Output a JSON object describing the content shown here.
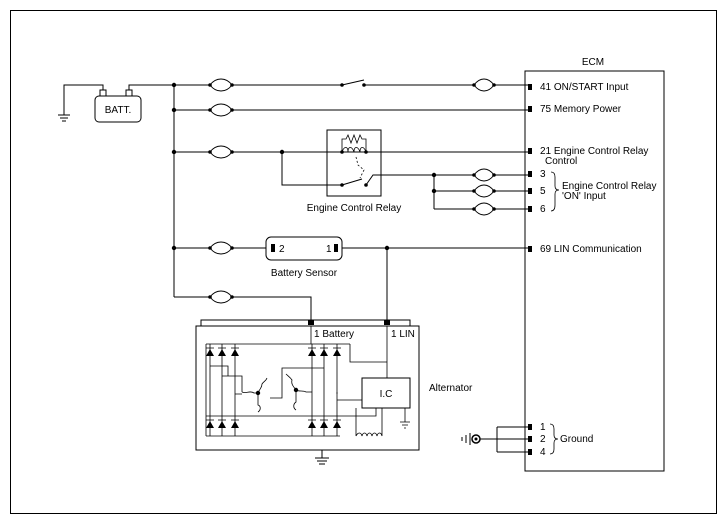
{
  "ecm": {
    "title": "ECM",
    "pins": {
      "on_start": "41 ON/START Input",
      "memory_power": "75 Memory Power",
      "relay_control_l1": "21 Engine Control Relay",
      "relay_control_l2": "Control",
      "on_input_3": "3",
      "on_input_5": "5",
      "on_input_6": "6",
      "on_input_label_l1": "Engine Control Relay",
      "on_input_label_l2": "'ON' Input",
      "lin": "69 LIN Communication",
      "ground_1": "1",
      "ground_2": "2",
      "ground_4": "4",
      "ground_label": "Ground"
    }
  },
  "components": {
    "battery": "BATT.",
    "engine_control_relay": "Engine Control Relay",
    "battery_sensor": "Battery Sensor",
    "battery_sensor_pin2": "2",
    "battery_sensor_pin1": "1",
    "alternator": "Alternator",
    "alt_pin_battery": "1 Battery",
    "alt_pin_lin": "1 LIN",
    "ic": "I.C"
  },
  "colors": {
    "line": "#000000",
    "background": "#ffffff"
  }
}
